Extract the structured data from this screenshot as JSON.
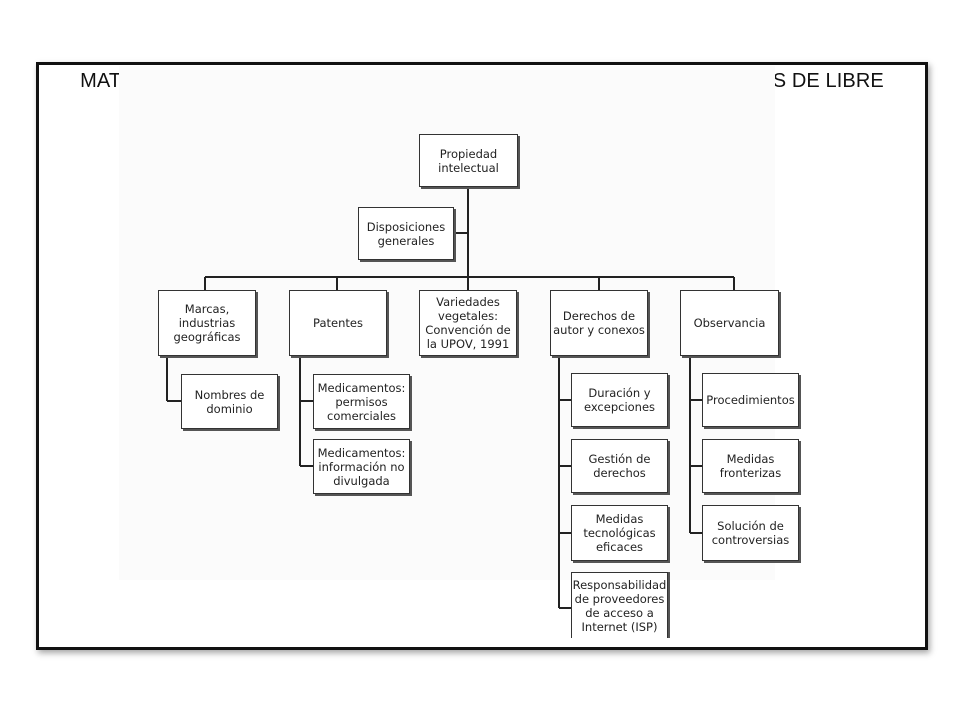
{
  "title_line1": "MATERIAS DE PROPIEDAD INTELECTUAL INCLUIDAS EN LOS TRATADOS DE LIBRE",
  "title_line2": "COMERCIO",
  "nodes": {
    "root": "Propiedad\nintelectual",
    "disposiciones": "Disposiciones\ngenerales",
    "marcas": "Marcas,\nindustrias\ngeográficas",
    "patentes": "Patentes",
    "variedades": "Variedades\nvegetales:\nConvención de\nla UPOV, 1991",
    "derechos": "Derechos de\nautor y conexos",
    "observancia": "Observancia",
    "nombres": "Nombres de\ndominio",
    "med_permisos": "Medicamentos:\npermisos\ncomerciales",
    "med_info": "Medicamentos:\ninformación no\ndivulgada",
    "duracion": "Duración y\nexcepciones",
    "gestion": "Gestión de\nderechos",
    "medidas_tec": "Medidas\ntecnológicas\neficaces",
    "isp": "Responsabilidad\nde proveedores\nde acceso a\nInternet (ISP)",
    "procedimientos": "Procedimientos",
    "fronterizas": "Medidas\nfronterizas",
    "controversias": "Solución de\ncontroversias"
  }
}
